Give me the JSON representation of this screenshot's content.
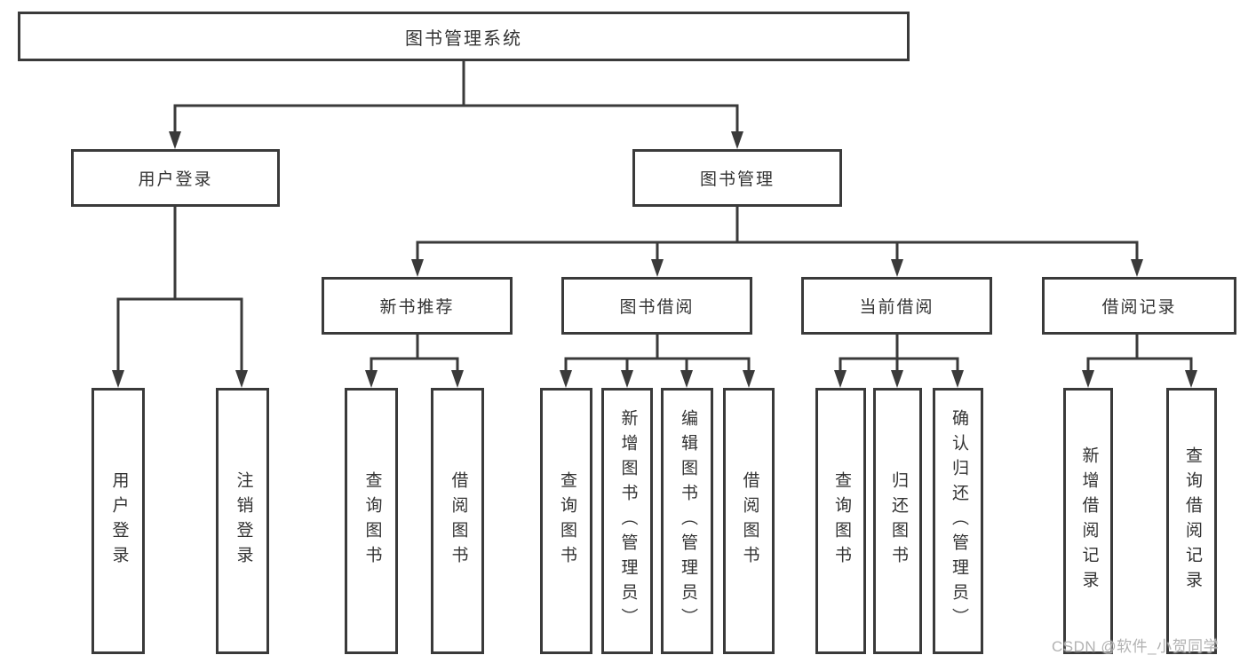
{
  "diagram": {
    "root": {
      "label": "图书管理系统"
    },
    "branches": [
      {
        "label": "用户登录",
        "children": [
          {
            "label": "用户登录"
          },
          {
            "label": "注销登录"
          }
        ]
      },
      {
        "label": "图书管理",
        "children": [
          {
            "label": "新书推荐",
            "children": [
              {
                "label": "查询图书"
              },
              {
                "label": "借阅图书"
              }
            ]
          },
          {
            "label": "图书借阅",
            "children": [
              {
                "label": "查询图书"
              },
              {
                "label": "新增图书（管理员）"
              },
              {
                "label": "编辑图书（管理员）"
              },
              {
                "label": "借阅图书"
              }
            ]
          },
          {
            "label": "当前借阅",
            "children": [
              {
                "label": "查询图书"
              },
              {
                "label": "归还图书"
              },
              {
                "label": "确认归还（管理员）"
              }
            ]
          },
          {
            "label": "借阅记录",
            "children": [
              {
                "label": "新增借阅记录"
              },
              {
                "label": "查询借阅记录"
              }
            ]
          }
        ]
      }
    ]
  },
  "watermark": {
    "text": "CSDN @软件_小贺同学"
  },
  "colors": {
    "line": "#3a3a3a",
    "box_border": "#3a3a3a",
    "text": "#333333",
    "background": "#ffffff",
    "watermark": "#b2b2b2"
  }
}
